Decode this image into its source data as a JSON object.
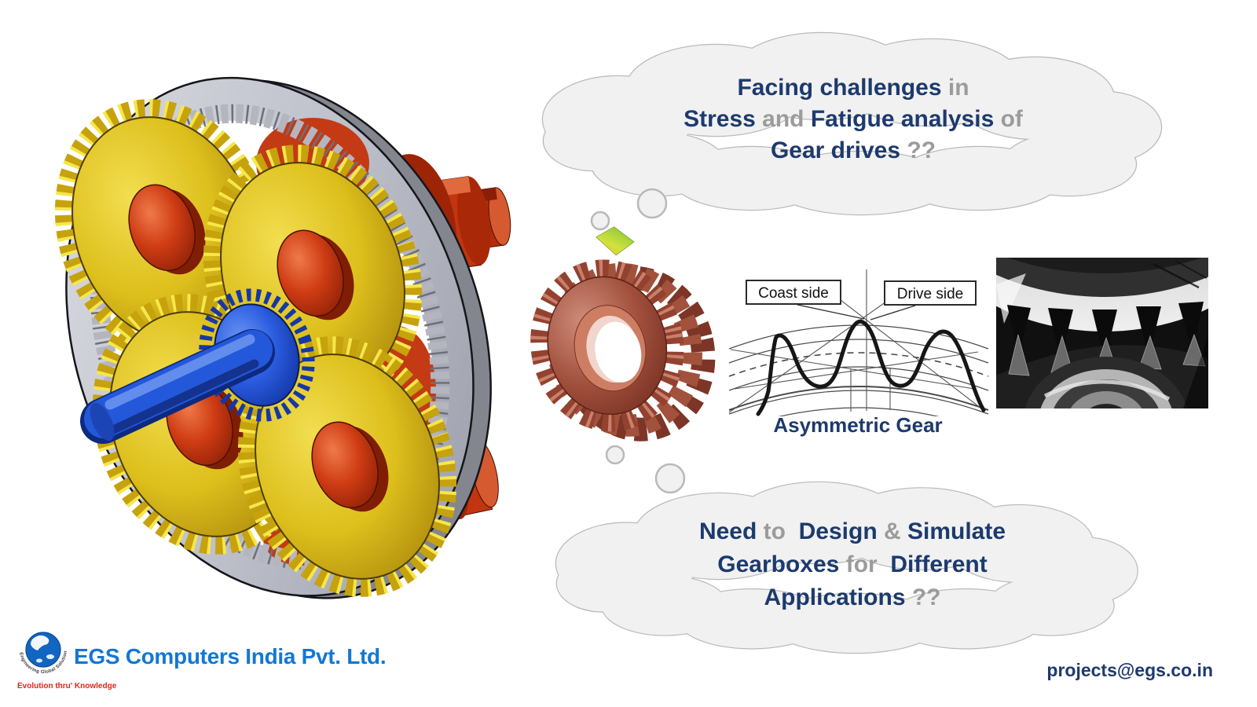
{
  "clouds": {
    "top": {
      "l1s1": "Facing challenges ",
      "l1s2": "in",
      "l2s1": "Stress ",
      "l2s2": "and ",
      "l2s3": "Fatigue analysis ",
      "l2s4": "of",
      "l3s1": "Gear drives ",
      "l3s2": "??"
    },
    "bottom": {
      "l1s1": "Need ",
      "l1s2": "to ",
      "l1s3": " Design ",
      "l1s4": "& ",
      "l1s5": "Simulate",
      "l2s1": "Gearboxes ",
      "l2s2": "for ",
      "l2s3": " Different",
      "l3s1": "Applications ",
      "l3s2": "??"
    }
  },
  "diagram": {
    "coast_label": "Coast side",
    "drive_label": "Drive side",
    "caption": "Asymmetric Gear"
  },
  "footer": {
    "company": "EGS Computers India Pvt. Ltd.",
    "email": "projects@egs.co.in",
    "logo_arc_text": "Engineering Global Solutions",
    "logo_motto": "Evolution thru' Knowledge"
  },
  "colors": {
    "navy": "#1d3a6d",
    "gray": "#9b9b9b",
    "brand_blue": "#1377d4",
    "cloud_fill": "#f1f1f1",
    "cloud_stroke": "#b9b9b9",
    "ring_silver": "#bfc1cb",
    "gear_yellow": "#e2c41e",
    "hub_red": "#cf3c14",
    "sun_blue": "#2b5de0",
    "copper": "#a2523c",
    "logo_red": "#e1251b"
  }
}
